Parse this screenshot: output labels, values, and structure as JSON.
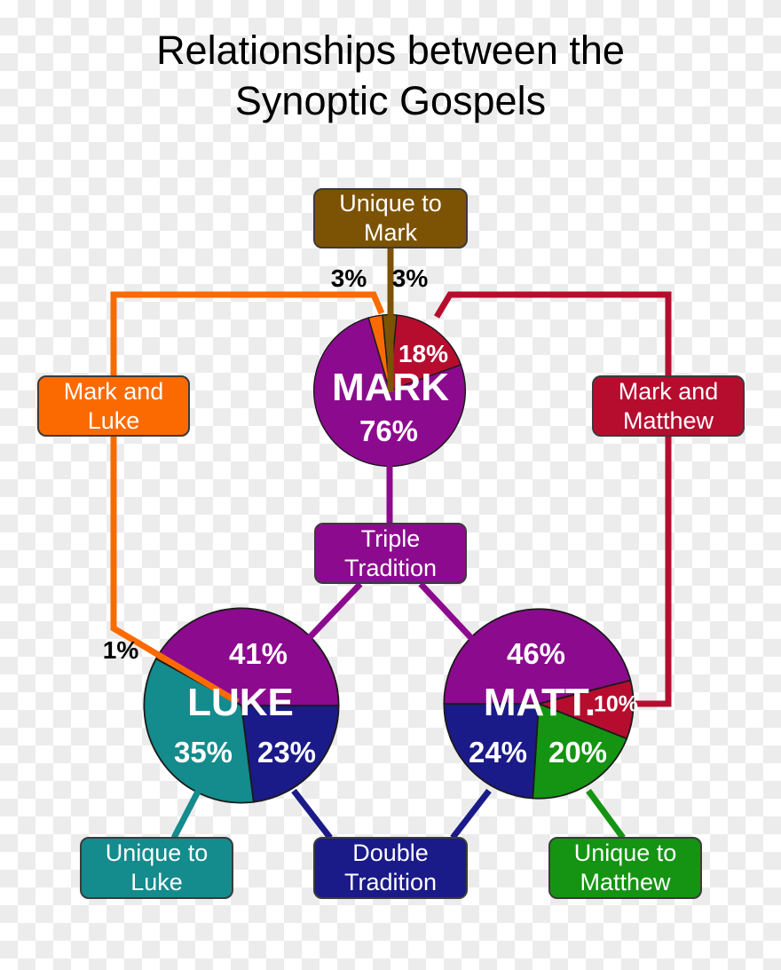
{
  "title": {
    "line1": "Relationships between the",
    "line2": "Synoptic Gospels"
  },
  "colors": {
    "purple": "#8C0A8E",
    "crimson": "#B60D2F",
    "orange": "#FB6A00",
    "brown": "#7C5304",
    "teal": "#148B8C",
    "navy": "#1A1A88",
    "green": "#149412",
    "outline": "#1A1A1A",
    "label_dark": "#000000",
    "label_light": "#FFFFFF"
  },
  "boxes": {
    "unique_mark": {
      "line1": "Unique to",
      "line2": "Mark"
    },
    "mark_luke": {
      "line1": "Mark and",
      "line2": "Luke"
    },
    "mark_matthew": {
      "line1": "Mark and",
      "line2": "Matthew"
    },
    "triple": {
      "line1": "Triple",
      "line2": "Tradition"
    },
    "unique_luke": {
      "line1": "Unique to",
      "line2": "Luke"
    },
    "double": {
      "line1": "Double",
      "line2": "Tradition"
    },
    "unique_matthew": {
      "line1": "Unique to",
      "line2": "Matthew"
    }
  },
  "chart_data": [
    {
      "type": "pie",
      "name": "Mark",
      "center_label": "MARK",
      "units": "%",
      "start_deg": 5.4,
      "slices": [
        {
          "value": 18,
          "display": "18%",
          "color_key": "crimson",
          "relates_to": "Mark and Matthew"
        },
        {
          "value": 76,
          "display": "76%",
          "color_key": "purple",
          "relates_to": "Triple Tradition"
        },
        {
          "value": 3,
          "display": "3%",
          "color_key": "orange",
          "relates_to": "Mark and Luke"
        },
        {
          "value": 3,
          "display": "3%",
          "color_key": "brown",
          "relates_to": "Unique to Mark"
        }
      ]
    },
    {
      "type": "pie",
      "name": "Luke",
      "center_label": "LUKE",
      "units": "%",
      "start_deg": 90,
      "slices": [
        {
          "value": 23,
          "display": "23%",
          "color_key": "navy",
          "relates_to": "Double Tradition"
        },
        {
          "value": 35,
          "display": "35%",
          "color_key": "teal",
          "relates_to": "Unique to Luke"
        },
        {
          "value": 1,
          "display": "1%",
          "color_key": "orange",
          "relates_to": "Mark and Luke"
        },
        {
          "value": 41,
          "display": "41%",
          "color_key": "purple",
          "relates_to": "Triple Tradition"
        }
      ]
    },
    {
      "type": "pie",
      "name": "Matthew",
      "center_label": "MATT.",
      "units": "%",
      "start_deg": 75.6,
      "slices": [
        {
          "value": 10,
          "display": "10%",
          "color_key": "crimson",
          "relates_to": "Mark and Matthew"
        },
        {
          "value": 20,
          "display": "20%",
          "color_key": "green",
          "relates_to": "Unique to Matthew"
        },
        {
          "value": 24,
          "display": "24%",
          "color_key": "navy",
          "relates_to": "Double Tradition"
        },
        {
          "value": 46,
          "display": "46%",
          "color_key": "purple",
          "relates_to": "Triple Tradition"
        }
      ]
    }
  ]
}
